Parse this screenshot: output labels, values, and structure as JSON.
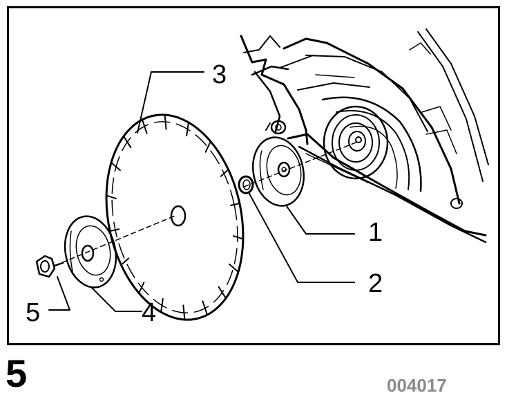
{
  "figure": {
    "number": "5",
    "code": "004017",
    "callouts": [
      {
        "id": "1",
        "label": "1"
      },
      {
        "id": "2",
        "label": "2"
      },
      {
        "id": "3",
        "label": "3"
      },
      {
        "id": "4",
        "label": "4"
      },
      {
        "id": "5",
        "label": "5"
      }
    ]
  }
}
